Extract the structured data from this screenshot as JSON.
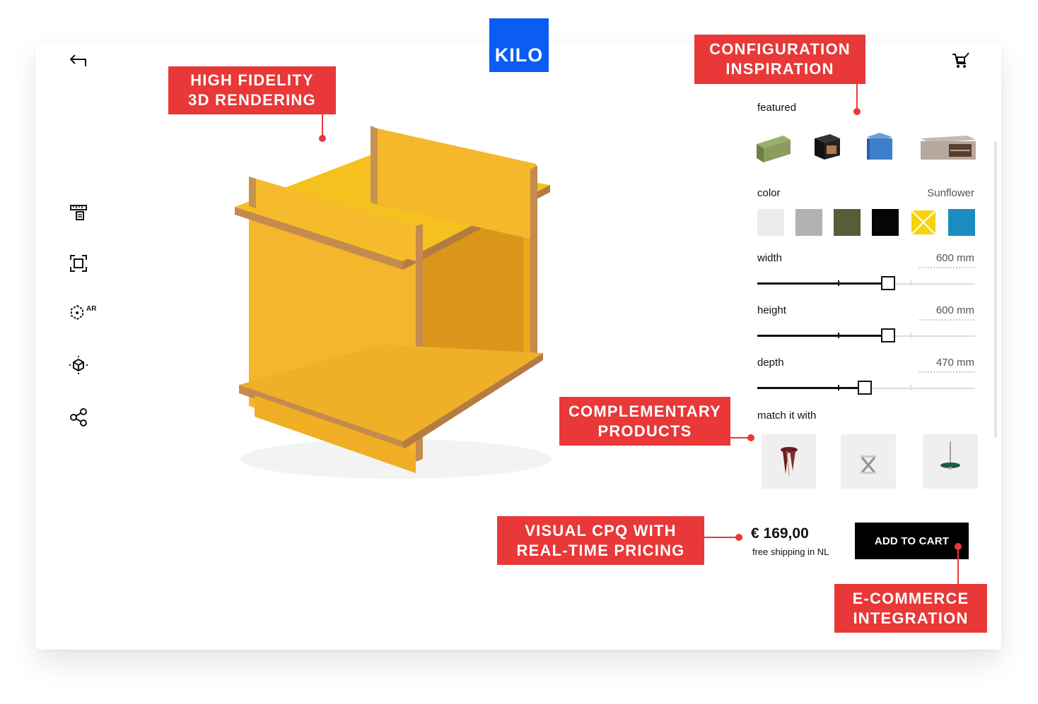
{
  "brand": {
    "logo_text": "KILO",
    "color": "#0a5cf5"
  },
  "toolbar": {
    "back_icon": "back-arrow-icon",
    "cart_icon": "cart-icon",
    "side_icons": [
      "measure-icon",
      "frame-focus-icon",
      "ar-view-icon",
      "rotate-3d-icon",
      "share-icon"
    ],
    "ar_label": "AR"
  },
  "callouts": {
    "rendering": [
      "HIGH FIDELITY",
      "3D RENDERING"
    ],
    "inspiration": [
      "CONFIGURATION",
      "INSPIRATION"
    ],
    "complementary": [
      "COMPLEMENTARY",
      "PRODUCTS"
    ],
    "cpq": [
      "VISUAL CPQ WITH",
      "REAL-TIME PRICING"
    ],
    "ecommerce": [
      "E-COMMERCE",
      "INTEGRATION"
    ]
  },
  "config": {
    "featured_label": "featured",
    "color_label": "color",
    "color_selected": "Sunflower",
    "colors": [
      "#ececec",
      "#b2b2b2",
      "#575d38",
      "#050505",
      "#f6d40c",
      "#1a8cc0"
    ],
    "selected_color_index": 4,
    "dimensions": [
      {
        "label": "width",
        "value": "600 mm",
        "level": 0.6
      },
      {
        "label": "height",
        "value": "600 mm",
        "level": 0.6
      },
      {
        "label": "depth",
        "value": "470 mm",
        "level": 0.5
      }
    ],
    "match_label": "match it with"
  },
  "pricing": {
    "price": "€ 169,00",
    "shipping": "free shipping in NL",
    "add_to_cart": "ADD TO CART"
  },
  "accent_color": "#e83838"
}
